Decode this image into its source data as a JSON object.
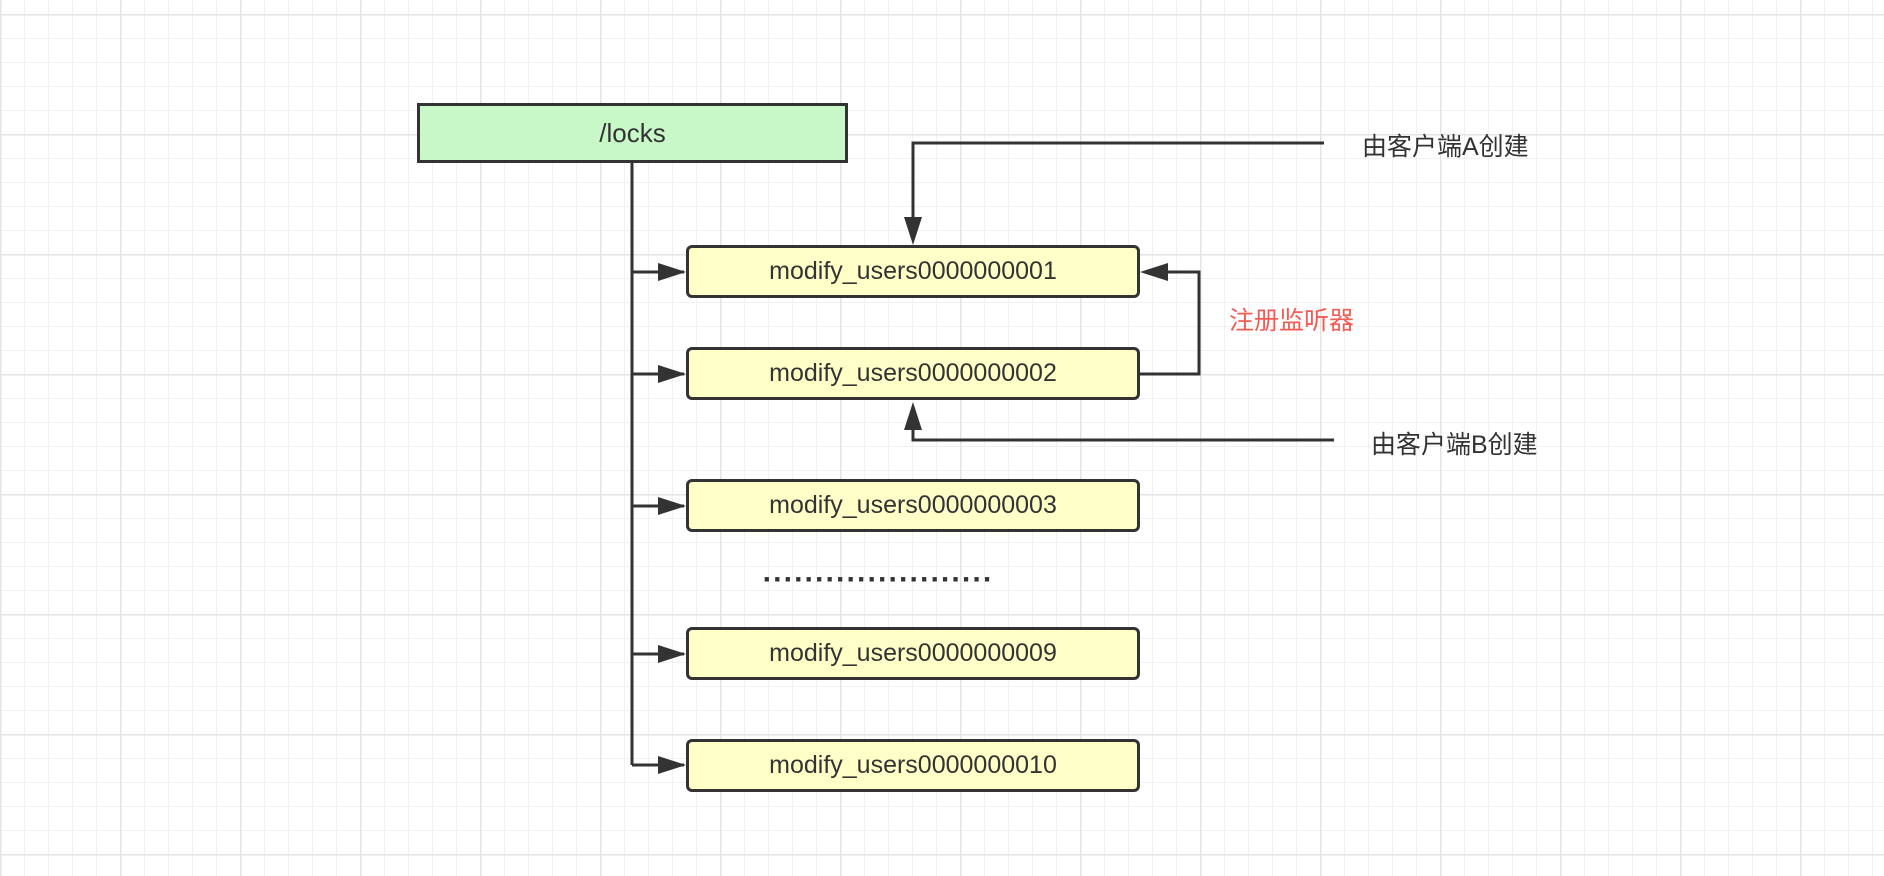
{
  "diagram": {
    "root": {
      "label": "/locks"
    },
    "children": [
      {
        "label": "modify_users0000000001"
      },
      {
        "label": "modify_users0000000002"
      },
      {
        "label": "modify_users0000000003"
      },
      {
        "label": "modify_users0000000009"
      },
      {
        "label": "modify_users0000000010"
      }
    ],
    "ellipsis": "······················",
    "annotations": {
      "created_by_a": "由客户端A创建",
      "created_by_b": "由客户端B创建",
      "register_listener": "注册监听器"
    },
    "colors": {
      "root_fill": "#c8f8c8",
      "child_fill": "#ffffc8",
      "stroke": "#333333",
      "listener_text": "#f25c54",
      "grid": "#e4e4e4"
    }
  }
}
